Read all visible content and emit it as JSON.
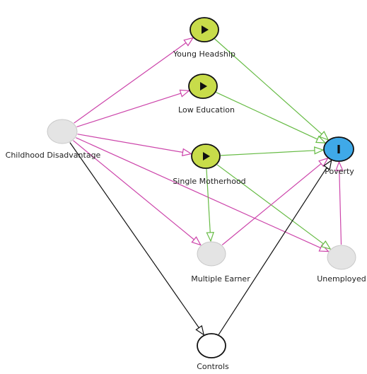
{
  "colors": {
    "exposure_fill": "#c8dc4a",
    "outcome_fill": "#3fa9e8",
    "other_fill": "#e4e4e4",
    "blank_fill": "#ffffff",
    "causal_edge": "#cc44aa",
    "exposure_edge": "#66bb44",
    "control_edge": "#111111",
    "node_stroke": "#111111"
  },
  "nodes": [
    {
      "id": "young-headship",
      "label": "Young Headship",
      "kind": "exposure",
      "icon": "play-icon"
    },
    {
      "id": "low-education",
      "label": "Low Education",
      "kind": "exposure",
      "icon": "play-icon"
    },
    {
      "id": "childhood-disadvantage",
      "label": "Childhood Disadvantage",
      "kind": "other"
    },
    {
      "id": "single-motherhood",
      "label": "Single Motherhood",
      "kind": "exposure",
      "icon": "play-icon"
    },
    {
      "id": "poverty",
      "label": "Poverty",
      "kind": "outcome",
      "icon": "bar-icon"
    },
    {
      "id": "multiple-earner",
      "label": "Multiple Earner",
      "kind": "other"
    },
    {
      "id": "unemployed",
      "label": "Unemployed",
      "kind": "other"
    },
    {
      "id": "controls",
      "label": "Controls",
      "kind": "blank"
    }
  ],
  "edges": [
    {
      "from": "childhood-disadvantage",
      "to": "young-headship",
      "kind": "causal"
    },
    {
      "from": "childhood-disadvantage",
      "to": "low-education",
      "kind": "causal"
    },
    {
      "from": "childhood-disadvantage",
      "to": "single-motherhood",
      "kind": "causal"
    },
    {
      "from": "childhood-disadvantage",
      "to": "multiple-earner",
      "kind": "causal"
    },
    {
      "from": "childhood-disadvantage",
      "to": "unemployed",
      "kind": "causal"
    },
    {
      "from": "childhood-disadvantage",
      "to": "controls",
      "kind": "control"
    },
    {
      "from": "young-headship",
      "to": "poverty",
      "kind": "exposure"
    },
    {
      "from": "low-education",
      "to": "poverty",
      "kind": "exposure"
    },
    {
      "from": "single-motherhood",
      "to": "poverty",
      "kind": "exposure"
    },
    {
      "from": "single-motherhood",
      "to": "multiple-earner",
      "kind": "exposure"
    },
    {
      "from": "single-motherhood",
      "to": "unemployed",
      "kind": "exposure"
    },
    {
      "from": "multiple-earner",
      "to": "poverty",
      "kind": "causal"
    },
    {
      "from": "unemployed",
      "to": "poverty",
      "kind": "causal"
    },
    {
      "from": "controls",
      "to": "poverty",
      "kind": "control"
    }
  ]
}
